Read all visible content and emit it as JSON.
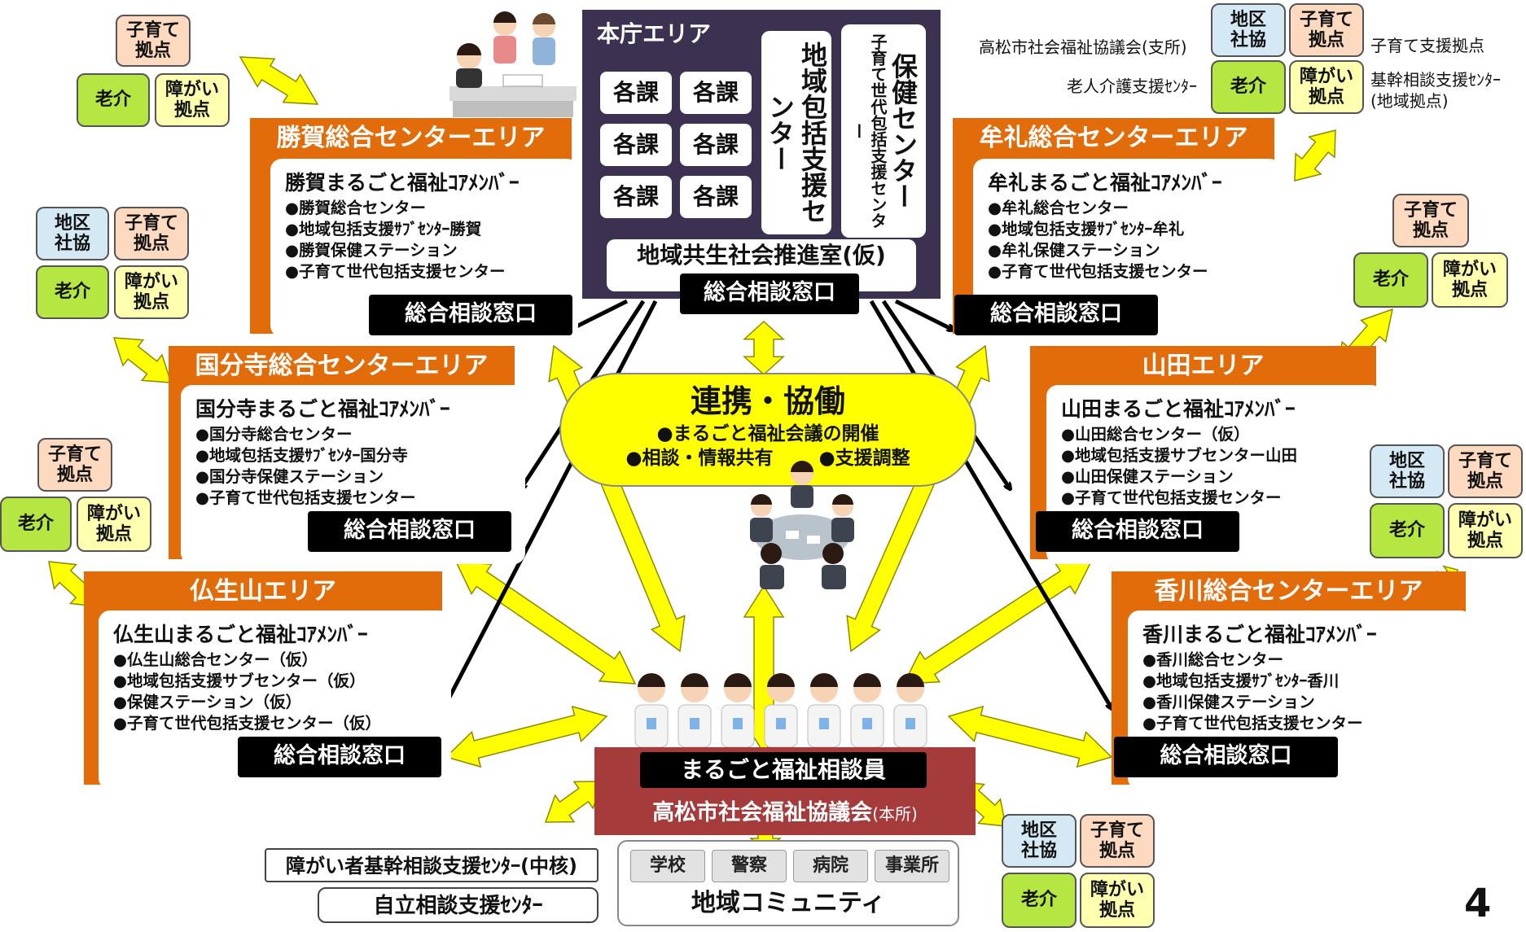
{
  "page_number": "4",
  "hq": {
    "title": "本庁エリア",
    "kaka_label": "各課",
    "kaka_count": 6,
    "chiiki_center": "地域包括支援センター",
    "hoken_center": "保健センター",
    "hoken_sub": "子育て世代包括支援センター",
    "office": "地域共生社会推進室(仮)",
    "window": "総合相談窓口"
  },
  "areas": {
    "katsuga": {
      "title": "勝賀総合センターエリア",
      "members_title": "勝賀まるごと福祉ｺｱﾒﾝﾊﾞｰ",
      "items": [
        "●勝賀総合センター",
        "●地域包括支援ｻﾌﾞｾﾝﾀｰ勝賀",
        "●勝賀保健ステーション",
        "●子育て世代包括支援センター"
      ],
      "window": "総合相談窓口"
    },
    "kokubunji": {
      "title": "国分寺総合センターエリア",
      "members_title": "国分寺まるごと福祉ｺｱﾒﾝﾊﾞｰ",
      "items": [
        "●国分寺総合センター",
        "●地域包括支援ｻﾌﾞｾﾝﾀｰ国分寺",
        "●国分寺保健ステーション",
        "●子育て世代包括支援センター"
      ],
      "window": "総合相談窓口"
    },
    "busshozan": {
      "title": "仏生山エリア",
      "members_title": "仏生山まるごと福祉ｺｱﾒﾝﾊﾞｰ",
      "items": [
        "●仏生山総合センター（仮）",
        "●地域包括支援サブセンター（仮）",
        "●保健ステーション（仮）",
        "●子育て世代包括支援センター（仮）"
      ],
      "window": "総合相談窓口"
    },
    "mure": {
      "title": "牟礼総合センターエリア",
      "members_title": "牟礼まるごと福祉ｺｱﾒﾝﾊﾞｰ",
      "items": [
        "●牟礼総合センター",
        "●地域包括支援ｻﾌﾞｾﾝﾀｰ牟礼",
        "●牟礼保健ステーション",
        "●子育て世代包括支援センター"
      ],
      "window": "総合相談窓口"
    },
    "yamada": {
      "title": "山田エリア",
      "members_title": "山田まるごと福祉ｺｱﾒﾝﾊﾞｰ",
      "items": [
        "●山田総合センター（仮）",
        "●地域包括支援サブセンター山田",
        "●山田保健ステーション",
        "●子育て世代包括支援センター"
      ],
      "window": "総合相談窓口"
    },
    "kagawa": {
      "title": "香川総合センターエリア",
      "members_title": "香川まるごと福祉ｺｱﾒﾝﾊﾞｰ",
      "items": [
        "●香川総合センター",
        "●地域包括支援ｻﾌﾞｾﾝﾀｰ香川",
        "●香川保健ステーション",
        "●子育て世代包括支援センター"
      ],
      "window": "総合相談窓口"
    }
  },
  "collab": {
    "title": "連携・協働",
    "line1": "●まるごと福祉会議の開催",
    "line2a": "●相談・情報共有",
    "line2b": "●支援調整"
  },
  "counselor": {
    "title": "まるごと福祉相談員",
    "org": "高松市社会福祉協議会",
    "org_suffix": "(本所)"
  },
  "community": {
    "title": "地域コミュニティ",
    "items": [
      "学校",
      "警察",
      "病院",
      "事業所"
    ]
  },
  "bottom_left": {
    "core": "障がい者基幹相談支援ｾﾝﾀｰ(中核)",
    "jiritsu": "自立相談支援ｾﾝﾀｰ"
  },
  "legend_labels": {
    "shisho": "高松市社会福祉協議会(支所)",
    "kosodate": "子育て支援拠点",
    "rojin": "老人介護支援ｾﾝﾀｰ",
    "kikan": "基幹相談支援ｾﾝﾀｰ",
    "kikan_sub": "(地域拠点)"
  },
  "badges": {
    "chiku": "地区\n社協",
    "kosodate": "子育て\n拠点",
    "rokai": "老介",
    "shogai": "障がい\n拠点"
  },
  "colors": {
    "area_orange": "#e36c0a",
    "hq_purple": "#3d3151",
    "collab_yellow": "#ffff00",
    "social_council_red": "#a63b3b"
  }
}
